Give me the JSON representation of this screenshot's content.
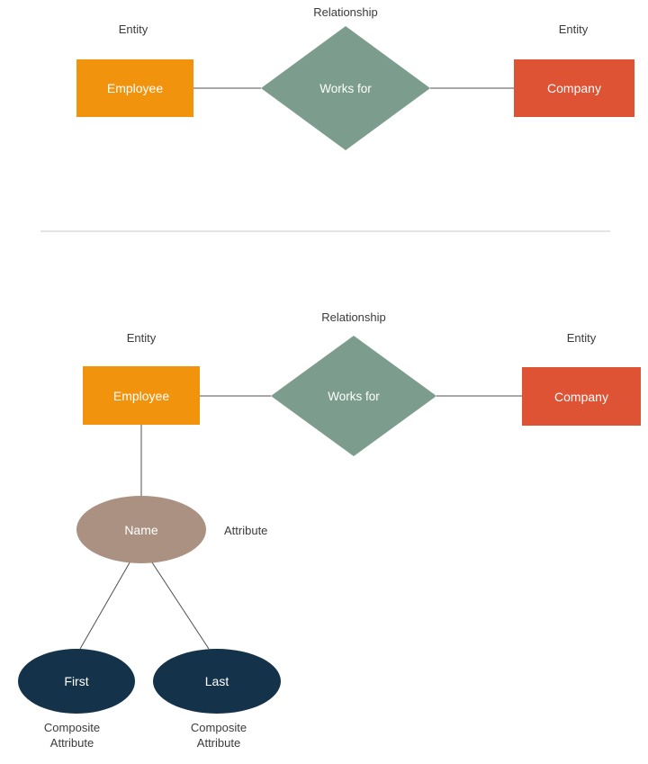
{
  "colors": {
    "entity_left": "#f2930e",
    "relationship": "#7c9d8e",
    "entity_right": "#dd5334",
    "attribute": "#aa9181",
    "composite": "#14334a",
    "label_text": "#3b3b3b",
    "shape_text": "#ffffff",
    "line": "#4f4f4f",
    "divider": "#c9c9c9"
  },
  "diagram_top": {
    "labels": {
      "entity_left": "Entity",
      "relationship": "Relationship",
      "entity_right": "Entity"
    },
    "shapes": {
      "employee": "Employee",
      "works_for": "Works for",
      "company": "Company"
    }
  },
  "diagram_bottom": {
    "labels": {
      "entity_left": "Entity",
      "relationship": "Relationship",
      "entity_right": "Entity",
      "attribute": "Attribute",
      "composite_first": "Composite\nAttribute",
      "composite_last": "Composite\nAttribute"
    },
    "shapes": {
      "employee": "Employee",
      "works_for": "Works for",
      "company": "Company",
      "name": "Name",
      "first": "First",
      "last": "Last"
    }
  }
}
